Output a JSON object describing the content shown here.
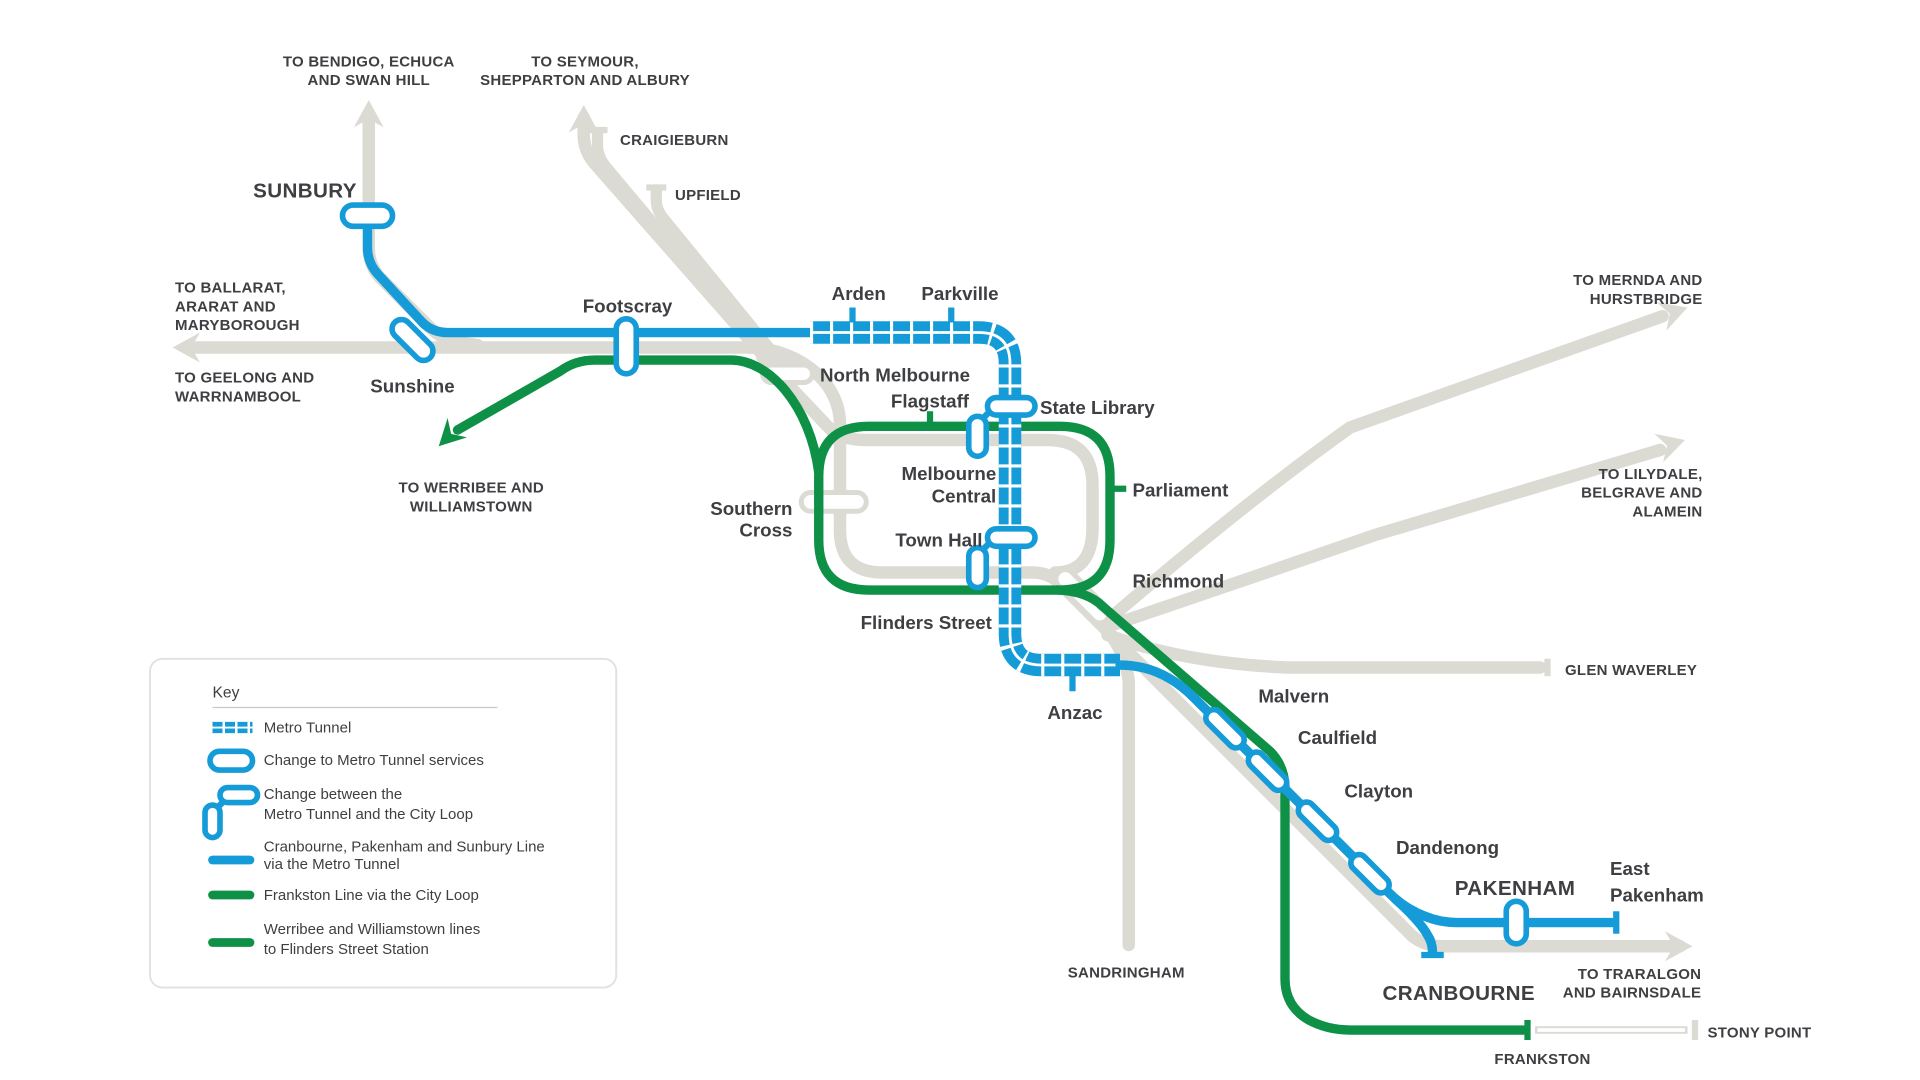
{
  "colors": {
    "blue": "#159cd8",
    "green": "#0e9147",
    "gray": "#dbdad3",
    "text": "#3e3f42"
  },
  "stations": {
    "sunbury": "SUNBURY",
    "sunshine": "Sunshine",
    "footscray": "Footscray",
    "craigieburn": "CRAIGIEBURN",
    "upfield": "UPFIELD",
    "arden": "Arden",
    "parkville": "Parkville",
    "north_melbourne": "North Melbourne",
    "flagstaff": "Flagstaff",
    "state_library": "State Library",
    "melbourne_central_1": "Melbourne",
    "melbourne_central_2": "Central",
    "parliament": "Parliament",
    "town_hall": "Town Hall",
    "southern_cross_1": "Southern",
    "southern_cross_2": "Cross",
    "flinders_street": "Flinders Street",
    "richmond": "Richmond",
    "anzac": "Anzac",
    "malvern": "Malvern",
    "caulfield": "Caulfield",
    "clayton": "Clayton",
    "dandenong": "Dandenong",
    "pakenham": "PAKENHAM",
    "east_pakenham_1": "East",
    "east_pakenham_2": "Pakenham",
    "cranbourne": "CRANBOURNE",
    "sandringham": "SANDRINGHAM",
    "frankston": "FRANKSTON",
    "stony_point": "STONY POINT",
    "glen_waverley": "GLEN WAVERLEY"
  },
  "destinations": {
    "bendigo_1": "TO BENDIGO, ECHUCA",
    "bendigo_2": "AND SWAN HILL",
    "seymour_1": "TO SEYMOUR,",
    "seymour_2": "SHEPPARTON AND ALBURY",
    "ballarat_1": "TO BALLARAT,",
    "ballarat_2": "ARARAT AND",
    "ballarat_3": "MARYBOROUGH",
    "geelong_1": "TO GEELONG AND",
    "geelong_2": "WARRNAMBOOL",
    "werribee_1": "TO WERRIBEE AND",
    "werribee_2": "WILLIAMSTOWN",
    "mernda_1": "TO MERNDA AND",
    "mernda_2": "HURSTBRIDGE",
    "lilydale_1": "TO LILYDALE,",
    "lilydale_2": "BELGRAVE AND",
    "lilydale_3": "ALAMEIN",
    "traralgon_1": "TO TRARALGON",
    "traralgon_2": "AND BAIRNSDALE"
  },
  "legend": {
    "title": "Key",
    "metro_tunnel": "Metro Tunnel",
    "change_metro": "Change to Metro Tunnel services",
    "change_loop_1": "Change between the",
    "change_loop_2": "Metro Tunnel and the City Loop",
    "cps_line_1": "Cranbourne, Pakenham and Sunbury Line",
    "cps_line_2": "via the Metro Tunnel",
    "frankston_line": "Frankston Line via the City Loop",
    "werribee_line_1": "Werribee and Williamstown lines",
    "werribee_line_2": "to Flinders Street Station"
  }
}
